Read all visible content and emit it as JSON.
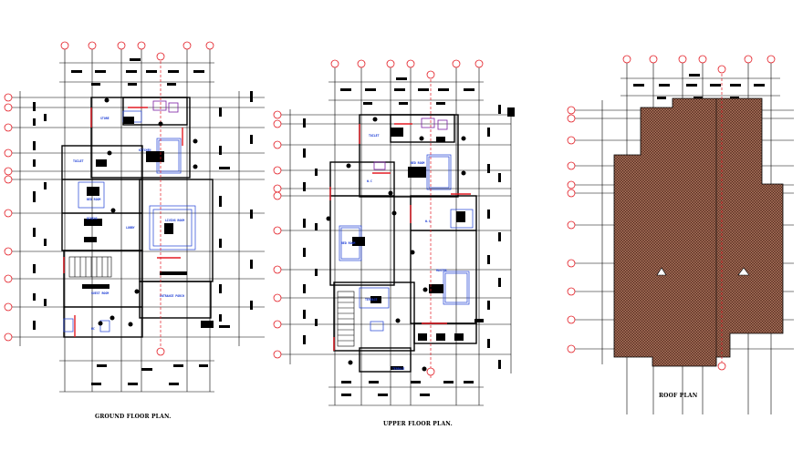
{
  "drawing": {
    "colors": {
      "grid_line": "#000000",
      "grid_bubble": "#e31b23",
      "wall": "#000000",
      "door_highlight": "#e31b23",
      "furniture": "#1f3fd6",
      "sanitary": "#7a1fa2",
      "roof_hatch": "#6b3a2a",
      "section_line": "#e31b23"
    },
    "plans": [
      {
        "id": "ground",
        "caption": "GROUND FLOOR PLAN."
      },
      {
        "id": "upper",
        "caption": "UPPER FLOOR PLAN."
      },
      {
        "id": "roof",
        "caption": "ROOF PLAN"
      }
    ],
    "icons": {
      "grid_bubble": "circle-icon",
      "north_mark": "triangle-icon",
      "section_marker": "section-cut-icon"
    }
  }
}
